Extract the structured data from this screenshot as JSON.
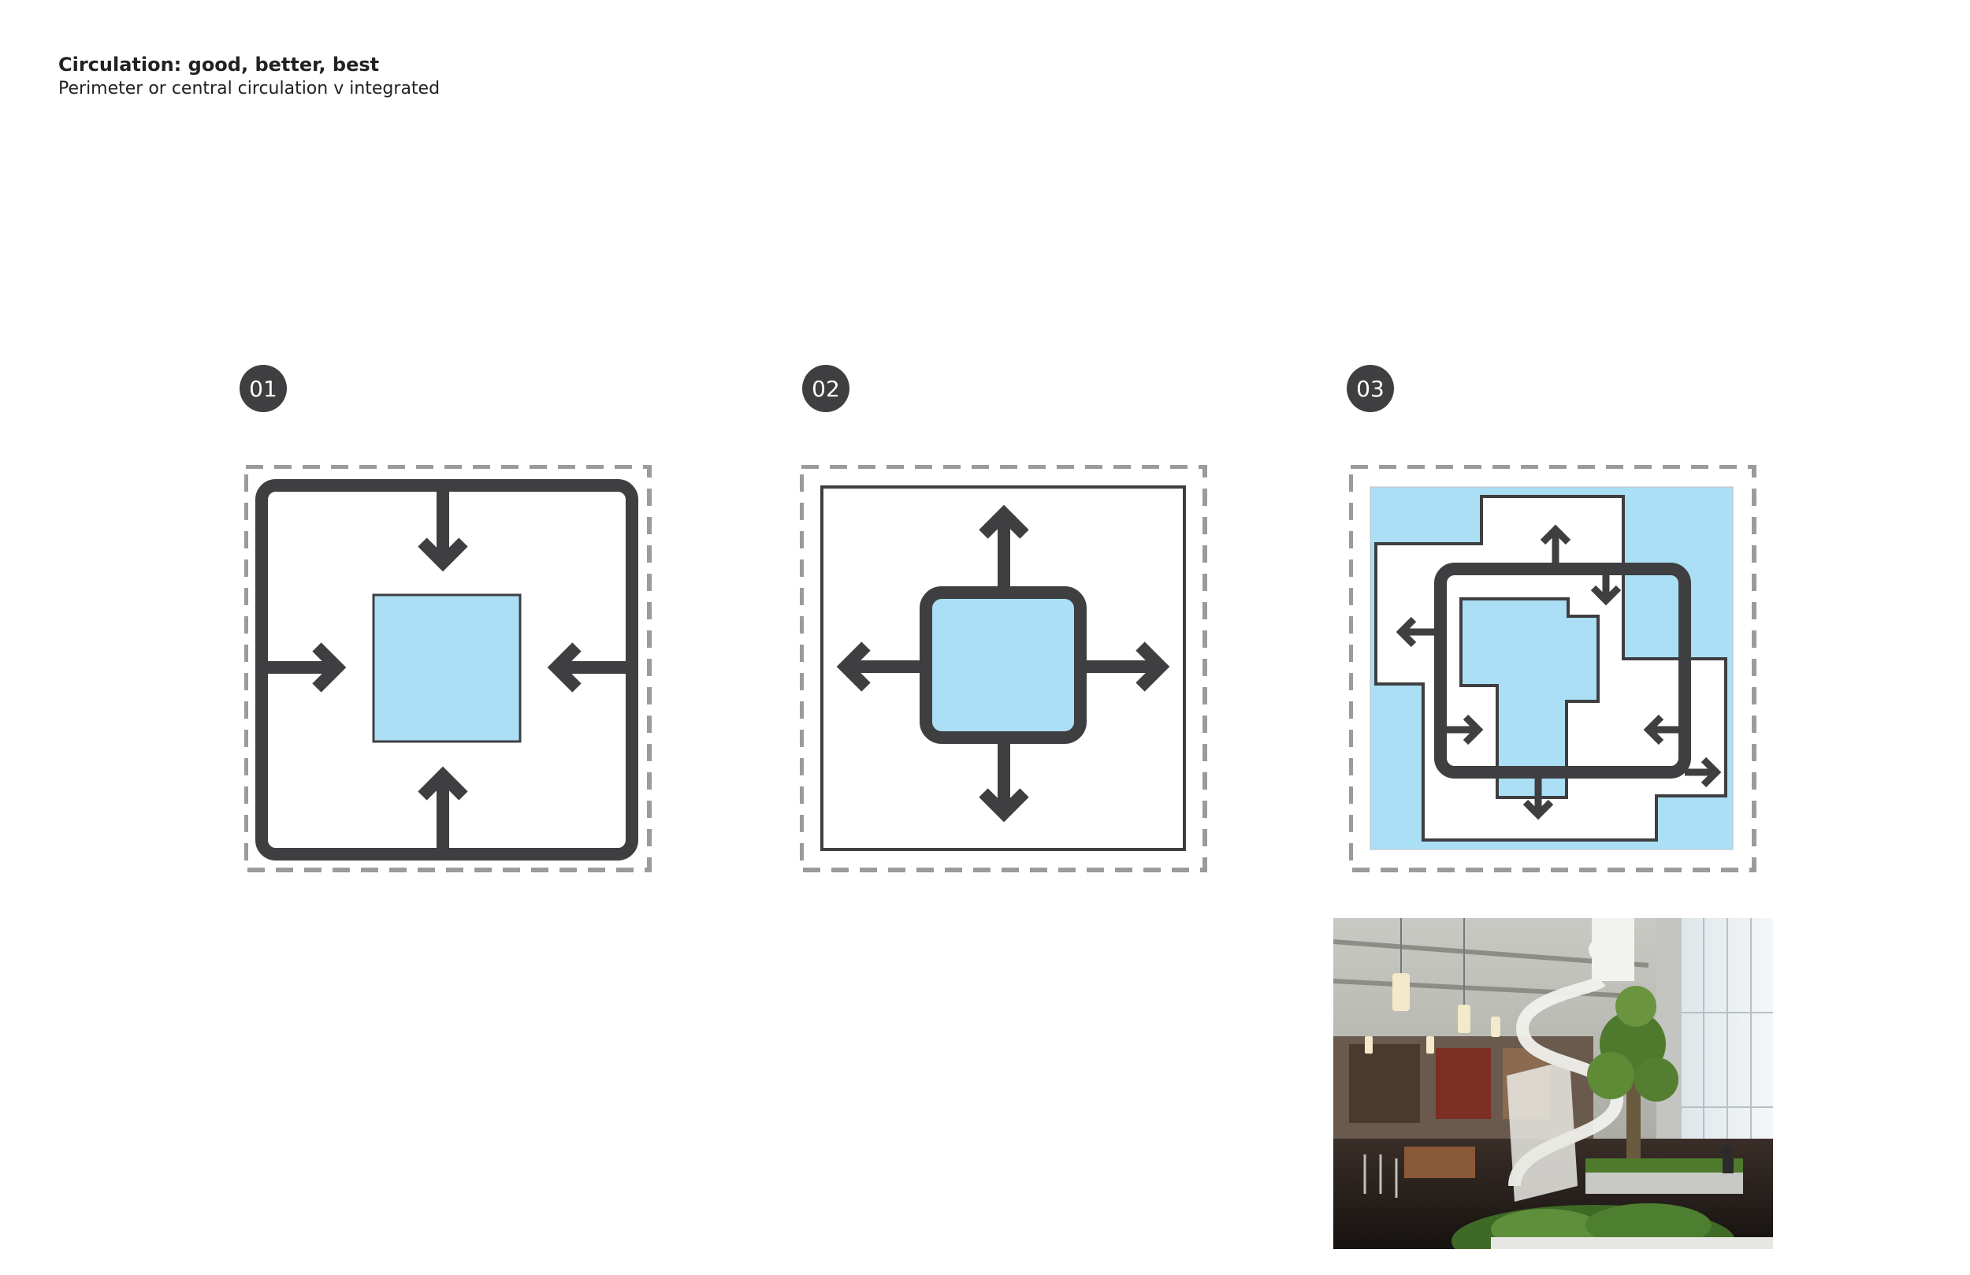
{
  "header": {
    "title": "Circulation: good, better, best",
    "subtitle": "Perimeter or central circulation v integrated"
  },
  "options": [
    {
      "number": "01",
      "concept": "perimeter-circulation"
    },
    {
      "number": "02",
      "concept": "central-circulation"
    },
    {
      "number": "03",
      "concept": "integrated-circulation"
    }
  ],
  "colors": {
    "stroke": "#3f3f41",
    "fill": "#aadff6",
    "dash": "#9b9b9b",
    "background": "#ffffff"
  },
  "photo": {
    "subject": "office-interior-spiral-stair-with-trees"
  }
}
